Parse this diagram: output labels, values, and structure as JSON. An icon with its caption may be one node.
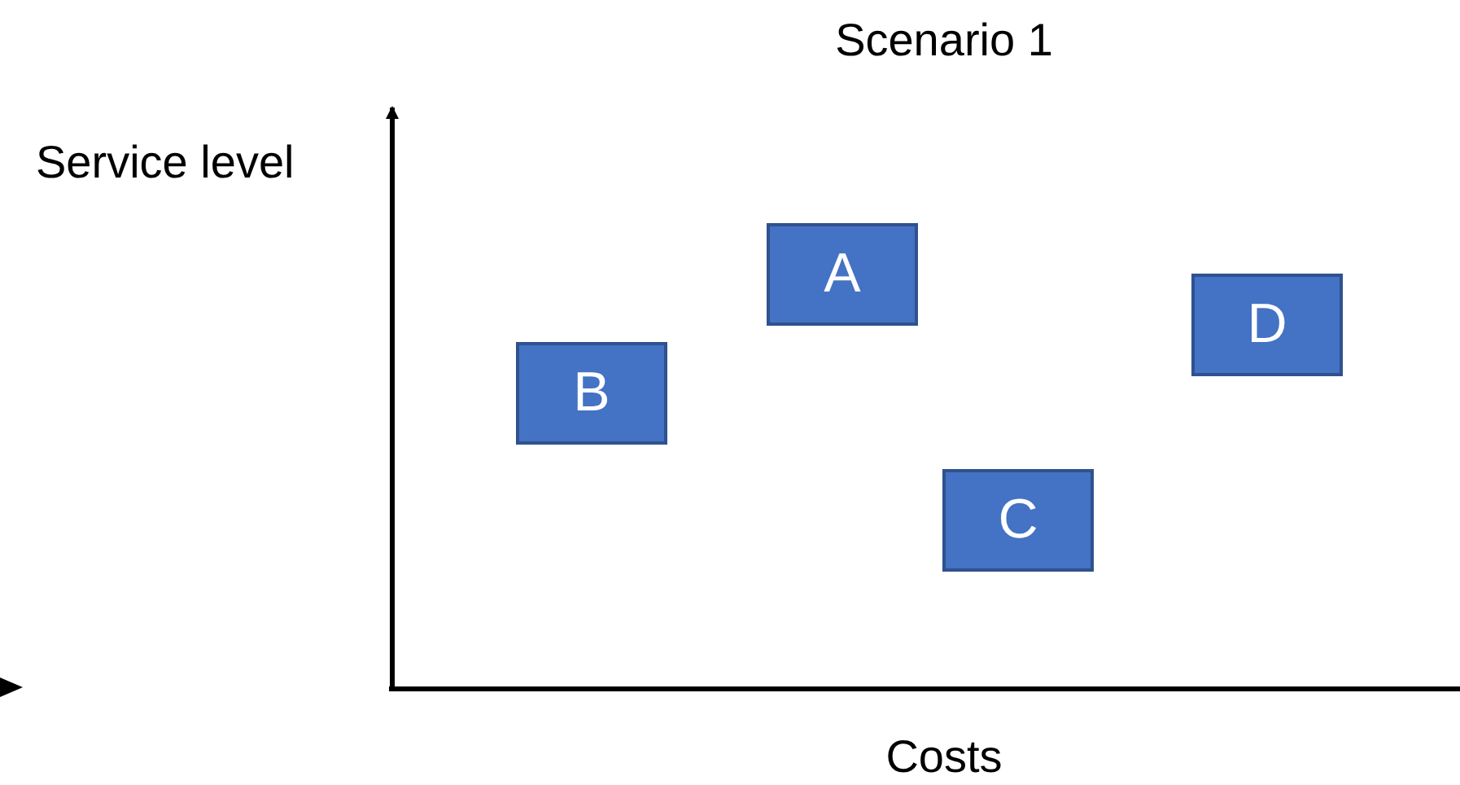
{
  "diagram": {
    "title": "Scenario 1",
    "nodes": [
      {
        "text": [
          "A"
        ]
      },
      {
        "text": [
          "D"
        ]
      },
      {
        "text": [
          "B"
        ]
      },
      {
        "text": [
          "C"
        ]
      }
    ],
    "labels": [
      "Service level",
      "Costs"
    ]
  }
}
